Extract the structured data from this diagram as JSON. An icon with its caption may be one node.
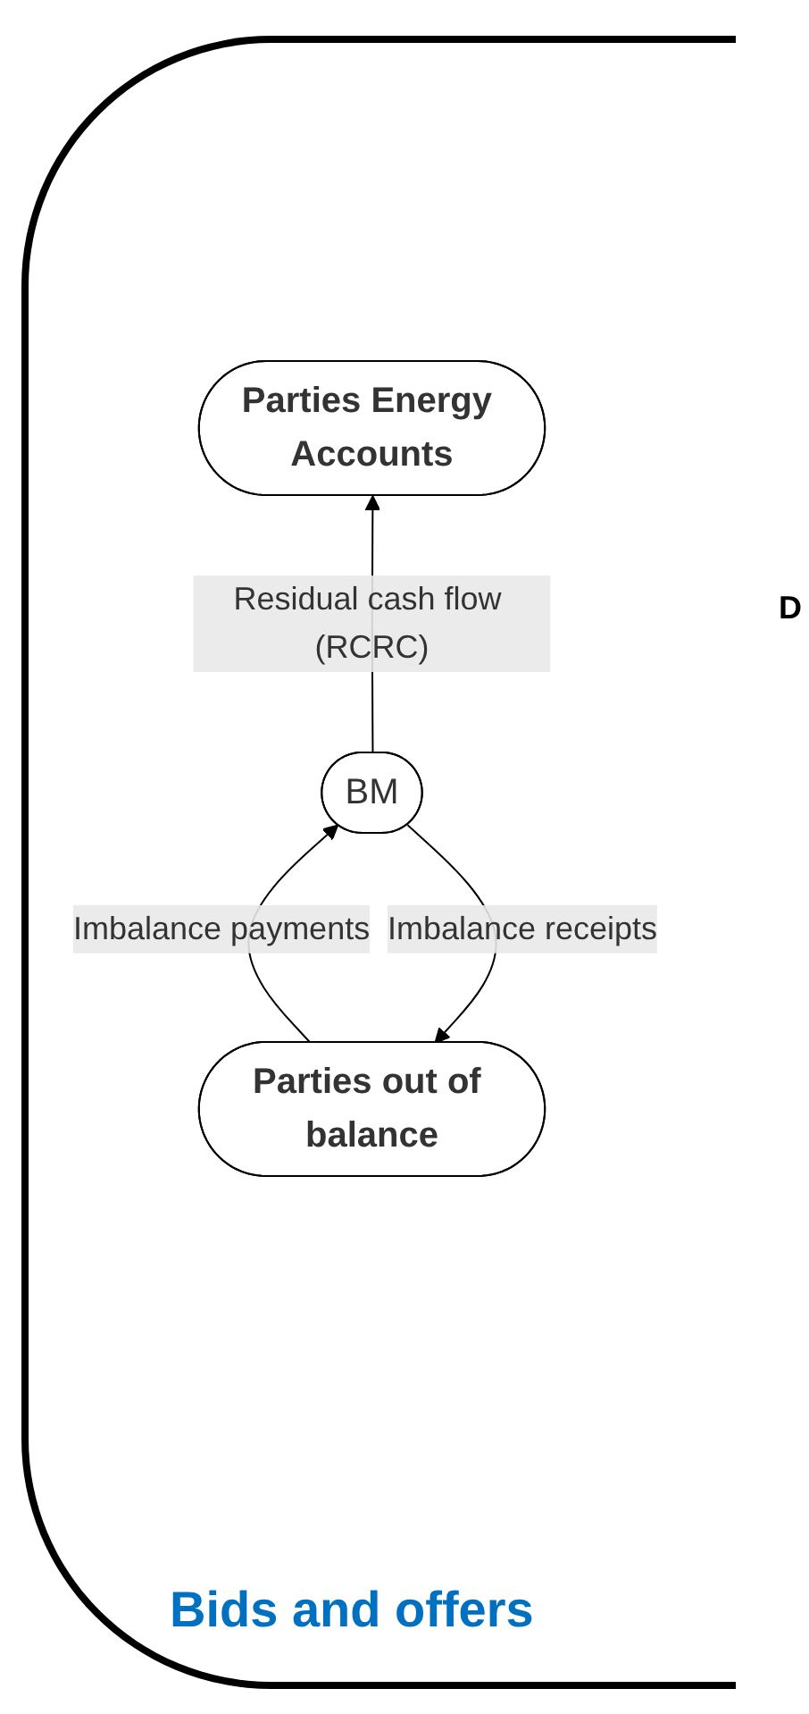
{
  "diagram": {
    "nodes": [
      {
        "text": [
          "Parties Energy Accounts"
        ]
      },
      {
        "text": [
          "BM"
        ]
      },
      {
        "text": [
          "Parties out of balance"
        ]
      }
    ],
    "edges": [
      {
        "from": 1,
        "to": 0,
        "arrow": "to",
        "label": "Residual cash flow (RCRC)"
      },
      {
        "from": 2,
        "to": 1,
        "arrow": "to",
        "label": "Imbalance payments"
      },
      {
        "from": 1,
        "to": 2,
        "arrow": "to",
        "label": "Imbalance receipts"
      }
    ],
    "labels": [
      "D",
      "Bids and offers"
    ]
  }
}
